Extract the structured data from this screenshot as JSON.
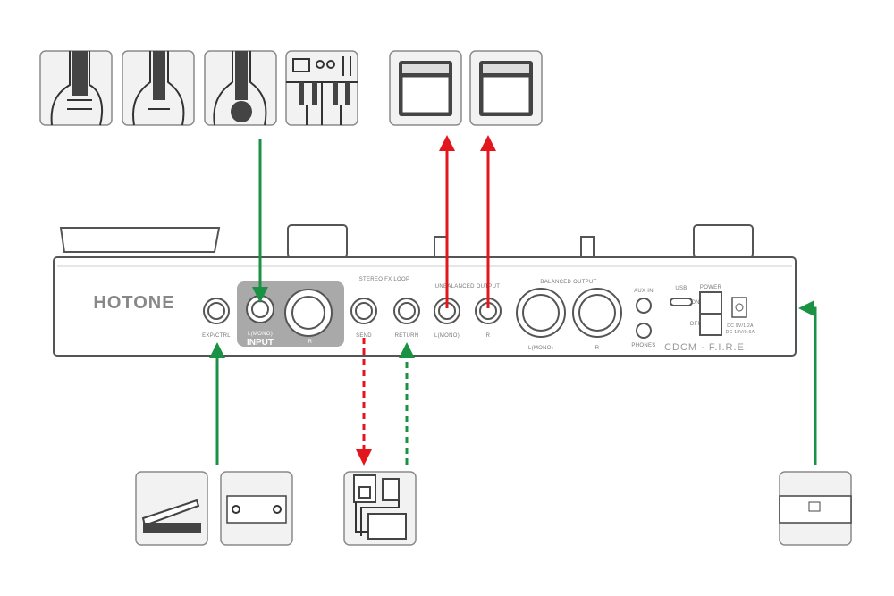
{
  "colors": {
    "input_arrow": "#1a9143",
    "output_arrow": "#e3151d",
    "device_outline": "#555555",
    "icon_box_bg": "#f2f2f2"
  },
  "device": {
    "brand": "HOTONE",
    "exp_ctrl": "EXP/CTRL",
    "input_l": "L(MONO)",
    "input_label": "INPUT",
    "input_r": "R",
    "fx_loop": "STEREO FX LOOP",
    "send": "SEND",
    "return": "RETURN",
    "unbalanced_output": "UNBALANCED OUTPUT",
    "unbal_l": "L(MONO)",
    "unbal_r": "R",
    "balanced_output": "BALANCED OUTPUT",
    "bal_l": "L(MONO)",
    "bal_r": "R",
    "aux_in": "AUX IN",
    "phones": "PHONES",
    "usb": "USB",
    "power": "POWER",
    "on": "ON",
    "off": "OFF",
    "dc1": "DC 9V/1.2A",
    "dc2": "DC 18V/0.6A",
    "tech": "CDCM · F.I.R.E."
  },
  "sources": [
    {
      "icon": "electric-guitar-icon"
    },
    {
      "icon": "acoustic-guitar-icon"
    },
    {
      "icon": "classical-guitar-icon"
    },
    {
      "icon": "keyboard-synth-icon"
    }
  ],
  "outputs": [
    {
      "icon": "amp-icon"
    },
    {
      "icon": "amp-icon"
    }
  ],
  "controllers": [
    {
      "icon": "expression-pedal-icon"
    },
    {
      "icon": "footswitch-icon"
    }
  ],
  "fx": {
    "icon": "effects-pedals-icon"
  },
  "power_supply": {
    "icon": "power-adapter-icon"
  }
}
